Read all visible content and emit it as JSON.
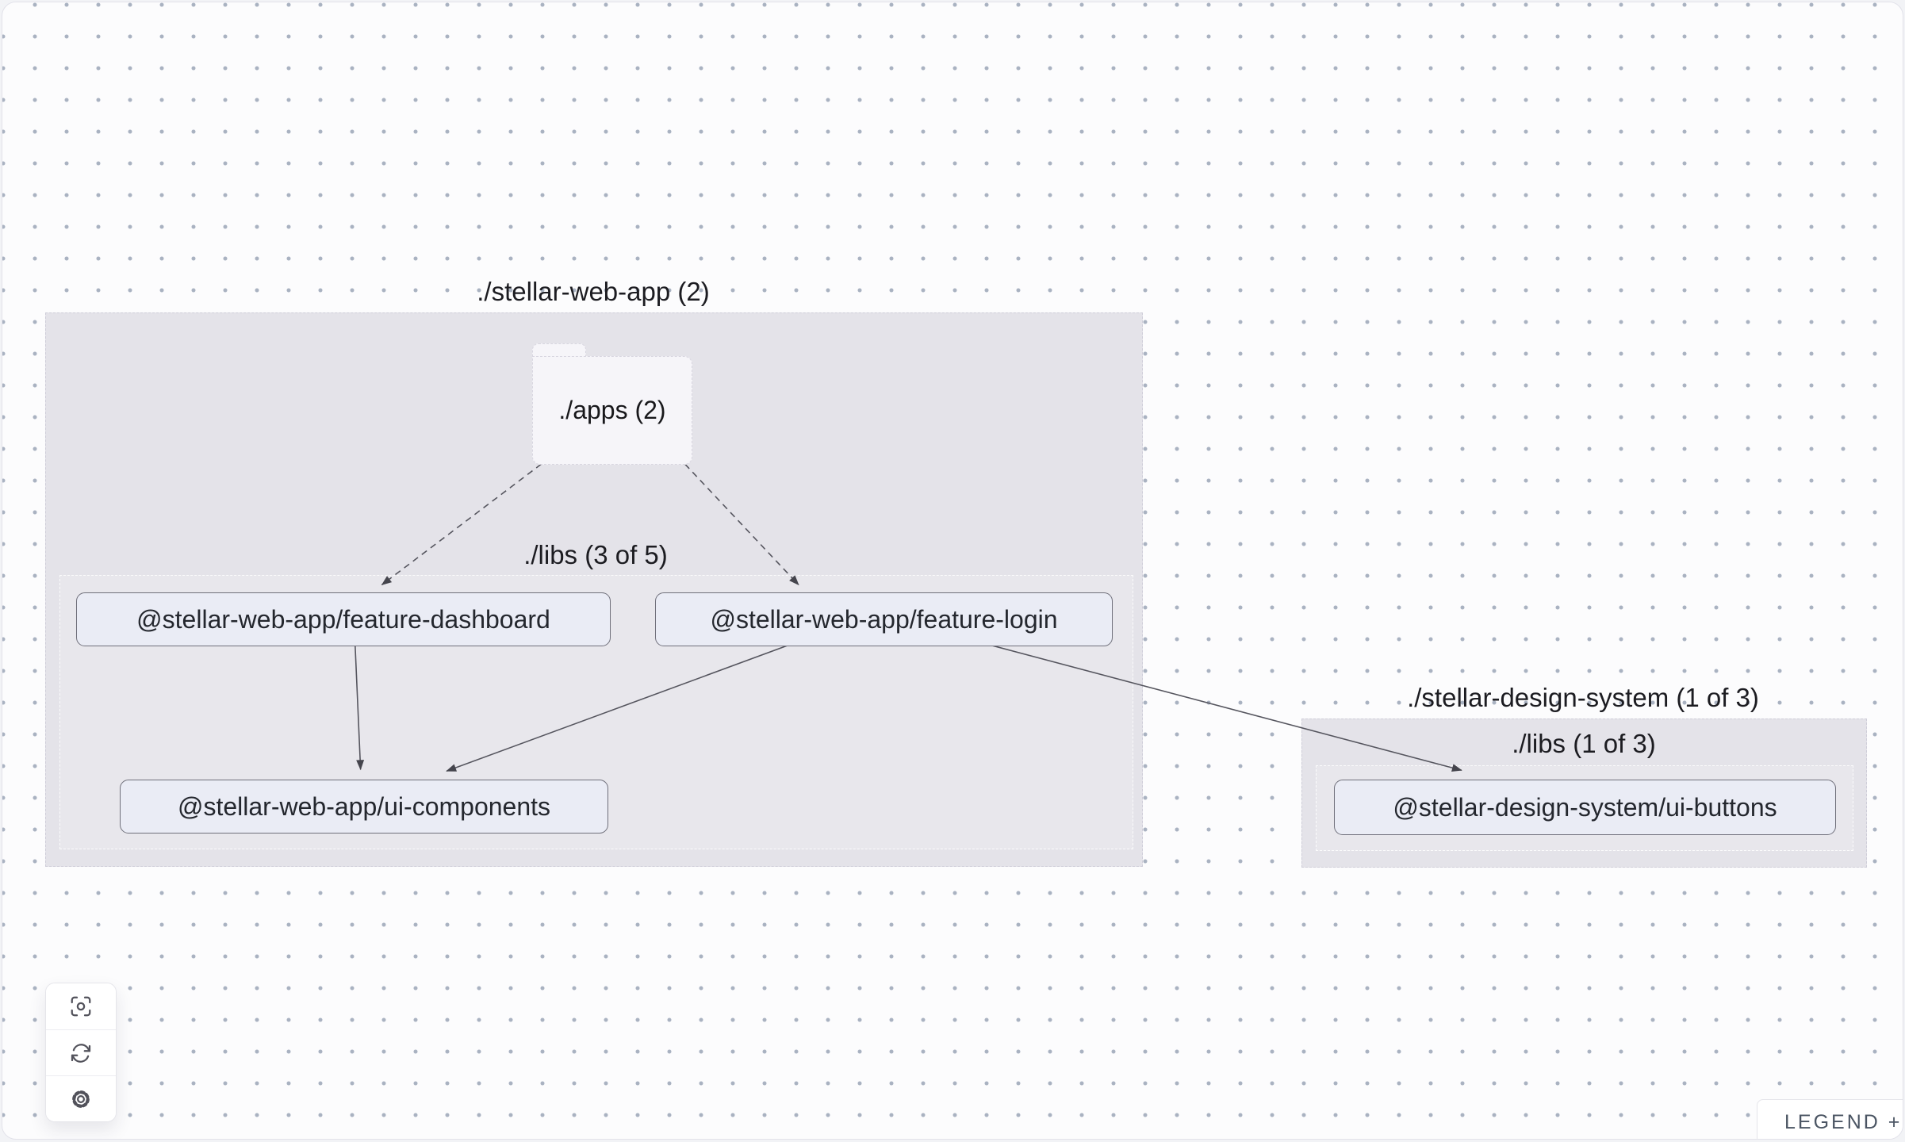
{
  "colors": {
    "canvas_bg": "#fcfcfd",
    "dot_grid": "#a9b2c1",
    "group_fill": "#e4e3e9",
    "node_fill": "#eaecf5",
    "node_border": "#6f6f7a",
    "edge": "#55555e",
    "label_text": "#1c1c21"
  },
  "graph": {
    "groups": [
      {
        "id": "stellar-web-app",
        "label": "./stellar-web-app (2)",
        "libs_label": "./libs (3 of 5)"
      },
      {
        "id": "stellar-design-system",
        "label": "./stellar-design-system (1 of 3)",
        "libs_label": "./libs (1 of 3)"
      }
    ],
    "folder": {
      "id": "apps",
      "label": "./apps (2)"
    },
    "nodes": [
      {
        "id": "feature-dashboard",
        "label": "@stellar-web-app/feature-dashboard"
      },
      {
        "id": "feature-login",
        "label": "@stellar-web-app/feature-login"
      },
      {
        "id": "ui-components",
        "label": "@stellar-web-app/ui-components"
      },
      {
        "id": "ui-buttons",
        "label": "@stellar-design-system/ui-buttons"
      }
    ],
    "edges": [
      {
        "from": "apps",
        "to": "feature-dashboard",
        "style": "dashed"
      },
      {
        "from": "apps",
        "to": "feature-login",
        "style": "dashed"
      },
      {
        "from": "feature-dashboard",
        "to": "ui-components",
        "style": "solid"
      },
      {
        "from": "feature-login",
        "to": "ui-components",
        "style": "solid"
      },
      {
        "from": "feature-login",
        "to": "ui-buttons",
        "style": "solid"
      }
    ]
  },
  "toolbar": {
    "buttons": [
      {
        "icon": "focus-icon"
      },
      {
        "icon": "refresh-icon"
      },
      {
        "icon": "gear-icon"
      }
    ]
  },
  "legend": {
    "label": "LEGEND +"
  }
}
